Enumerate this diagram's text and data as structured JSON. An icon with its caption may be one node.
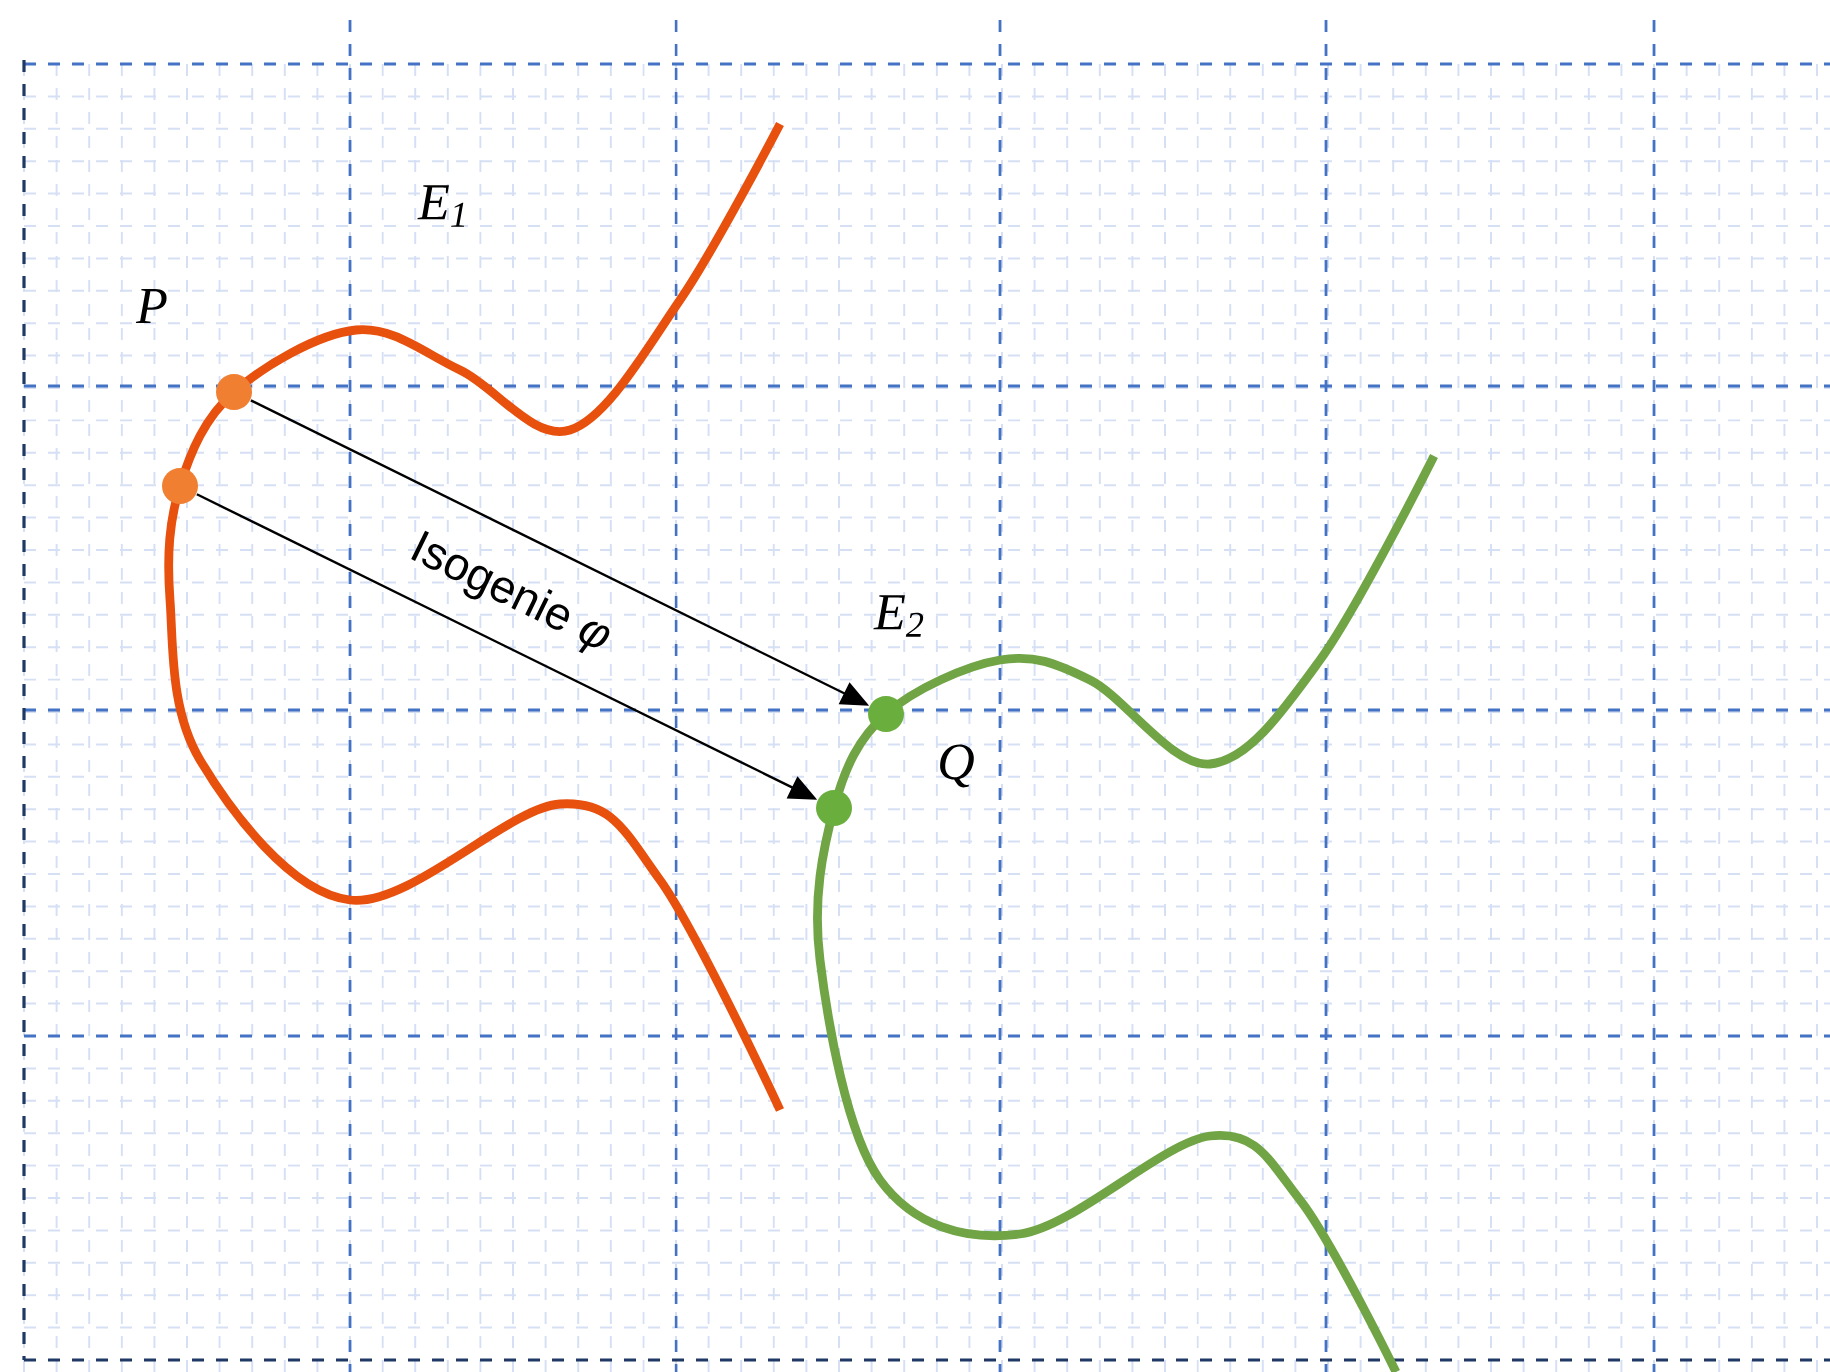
{
  "diagram": {
    "nodes": [
      {
        "text": [],
        "shape": "circle"
      },
      {
        "text": [],
        "shape": "circle"
      },
      {
        "text": [],
        "shape": "circle"
      },
      {
        "text": [],
        "shape": "circle"
      }
    ],
    "edges": [
      {
        "from": 0,
        "to": 2,
        "arrow": "to"
      },
      {
        "from": 1,
        "to": 3,
        "arrow": "to"
      }
    ],
    "labels": [
      "*E*$_{1}$",
      "P",
      "Isogenie *φ*",
      "*E*$_{2}$",
      "Q"
    ]
  }
}
